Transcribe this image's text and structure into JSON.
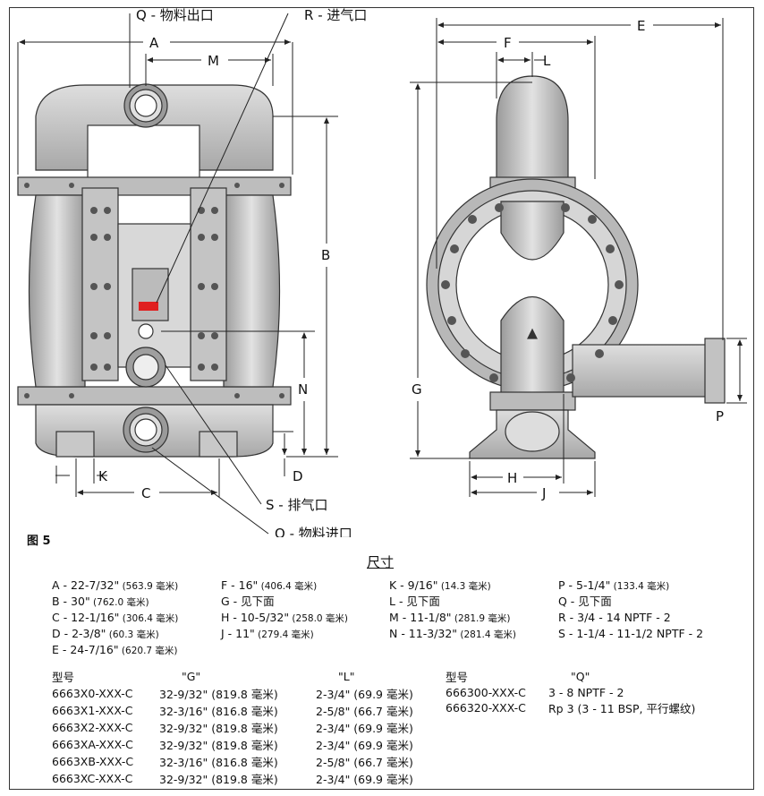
{
  "callouts": {
    "Q_out": "Q - 物料出口",
    "R": "R - 进气口",
    "S": "S - 排气口",
    "Q_in": "Q - 物料进口",
    "A": "A",
    "M": "M",
    "B": "B",
    "N": "N",
    "K": "K",
    "C": "C",
    "D": "D",
    "E": "E",
    "F": "F",
    "L": "L",
    "G": "G",
    "H": "H",
    "J": "J",
    "P": "P"
  },
  "figure_label": "图 5",
  "dims_title": "尺寸",
  "dims": [
    [
      {
        "t": "A - 22-7/32\"",
        "m": " (563.9 毫米)"
      },
      {
        "t": "B - 30\"",
        "m": " (762.0 毫米)"
      },
      {
        "t": "C - 12-1/16\"",
        "m": " (306.4 毫米)"
      },
      {
        "t": "D - 2-3/8\"",
        "m": " (60.3 毫米)"
      },
      {
        "t": "E - 24-7/16\"",
        "m": " (620.7 毫米)"
      }
    ],
    [
      {
        "t": "F - 16\"",
        "m": " (406.4 毫米)"
      },
      {
        "t": "G - 见下面",
        "m": ""
      },
      {
        "t": "H - 10-5/32\"",
        "m": " (258.0 毫米)"
      },
      {
        "t": "J - 11\"",
        "m": " (279.4 毫米)"
      }
    ],
    [
      {
        "t": "K - 9/16\"",
        "m": " (14.3 毫米)"
      },
      {
        "t": "L - 见下面",
        "m": ""
      },
      {
        "t": "M - 11-1/8\"",
        "m": " (281.9 毫米)"
      },
      {
        "t": "N - 11-3/32\"",
        "m": " (281.4 毫米)"
      }
    ],
    [
      {
        "t": "P - 5-1/4\"",
        "m": " (133.4 毫米)"
      },
      {
        "t": "Q - 见下面",
        "m": ""
      },
      {
        "t": "R - 3/4 - 14 NPTF - 2",
        "m": ""
      },
      {
        "t": "S - 1-1/4 - 11-1/2 NPTF - 2",
        "m": ""
      }
    ]
  ],
  "models_gl": {
    "headers": [
      "型号",
      "\"G\"",
      "\"L\""
    ],
    "rows": [
      [
        "6663X0-XXX-C",
        "32-9/32\" (819.8 毫米)",
        "2-3/4\" (69.9 毫米)"
      ],
      [
        "6663X1-XXX-C",
        "32-3/16\" (816.8 毫米)",
        "2-5/8\" (66.7 毫米)"
      ],
      [
        "6663X2-XXX-C",
        "32-9/32\" (819.8 毫米)",
        "2-3/4\" (69.9 毫米)"
      ],
      [
        "6663XA-XXX-C",
        "32-9/32\" (819.8 毫米)",
        "2-3/4\" (69.9 毫米)"
      ],
      [
        "6663XB-XXX-C",
        "32-3/16\" (816.8 毫米)",
        "2-5/8\" (66.7 毫米)"
      ],
      [
        "6663XC-XXX-C",
        "32-9/32\" (819.8 毫米)",
        "2-3/4\" (69.9 毫米)"
      ]
    ]
  },
  "models_q": {
    "headers": [
      "型号",
      "\"Q\""
    ],
    "rows": [
      [
        "666300-XXX-C",
        "3 - 8 NPTF - 2"
      ],
      [
        "666320-XXX-C",
        "Rp 3 (3 - 11 BSP, 平行螺纹)"
      ]
    ]
  },
  "colors": {
    "metal": "#c9c9c9",
    "metal_dark": "#8f8f8f",
    "line": "#222222",
    "highlight": "#e02020"
  }
}
